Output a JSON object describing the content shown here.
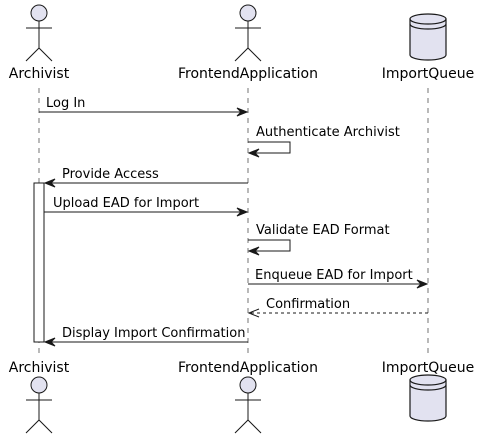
{
  "colors": {
    "participant_fill": "#e2e2f0",
    "participant_stroke": "#181818",
    "lifeline": "#181818",
    "arrow": "#181818",
    "activation_fill": "#ffffff",
    "background": "#ffffff"
  },
  "participants": [
    {
      "id": "archivist",
      "name": "Archivist",
      "kind": "actor"
    },
    {
      "id": "frontend",
      "name": "FrontendApplication",
      "kind": "actor"
    },
    {
      "id": "queue",
      "name": "ImportQueue",
      "kind": "database"
    }
  ],
  "messages": [
    {
      "from": "archivist",
      "to": "frontend",
      "label": "Log In",
      "style": "solid"
    },
    {
      "from": "frontend",
      "to": "frontend",
      "label": "Authenticate Archivist",
      "style": "solid"
    },
    {
      "from": "frontend",
      "to": "archivist",
      "label": "Provide Access",
      "style": "solid"
    },
    {
      "from": "archivist",
      "to": "frontend",
      "label": "Upload EAD for Import",
      "style": "solid"
    },
    {
      "from": "frontend",
      "to": "frontend",
      "label": "Validate EAD Format",
      "style": "solid"
    },
    {
      "from": "frontend",
      "to": "queue",
      "label": "Enqueue EAD for Import",
      "style": "solid"
    },
    {
      "from": "queue",
      "to": "frontend",
      "label": "Confirmation",
      "style": "dashed"
    },
    {
      "from": "frontend",
      "to": "archivist",
      "label": "Display Import Confirmation",
      "style": "solid"
    }
  ],
  "activations": [
    {
      "participant": "archivist",
      "from_message": 2,
      "to_message": 7
    }
  ]
}
